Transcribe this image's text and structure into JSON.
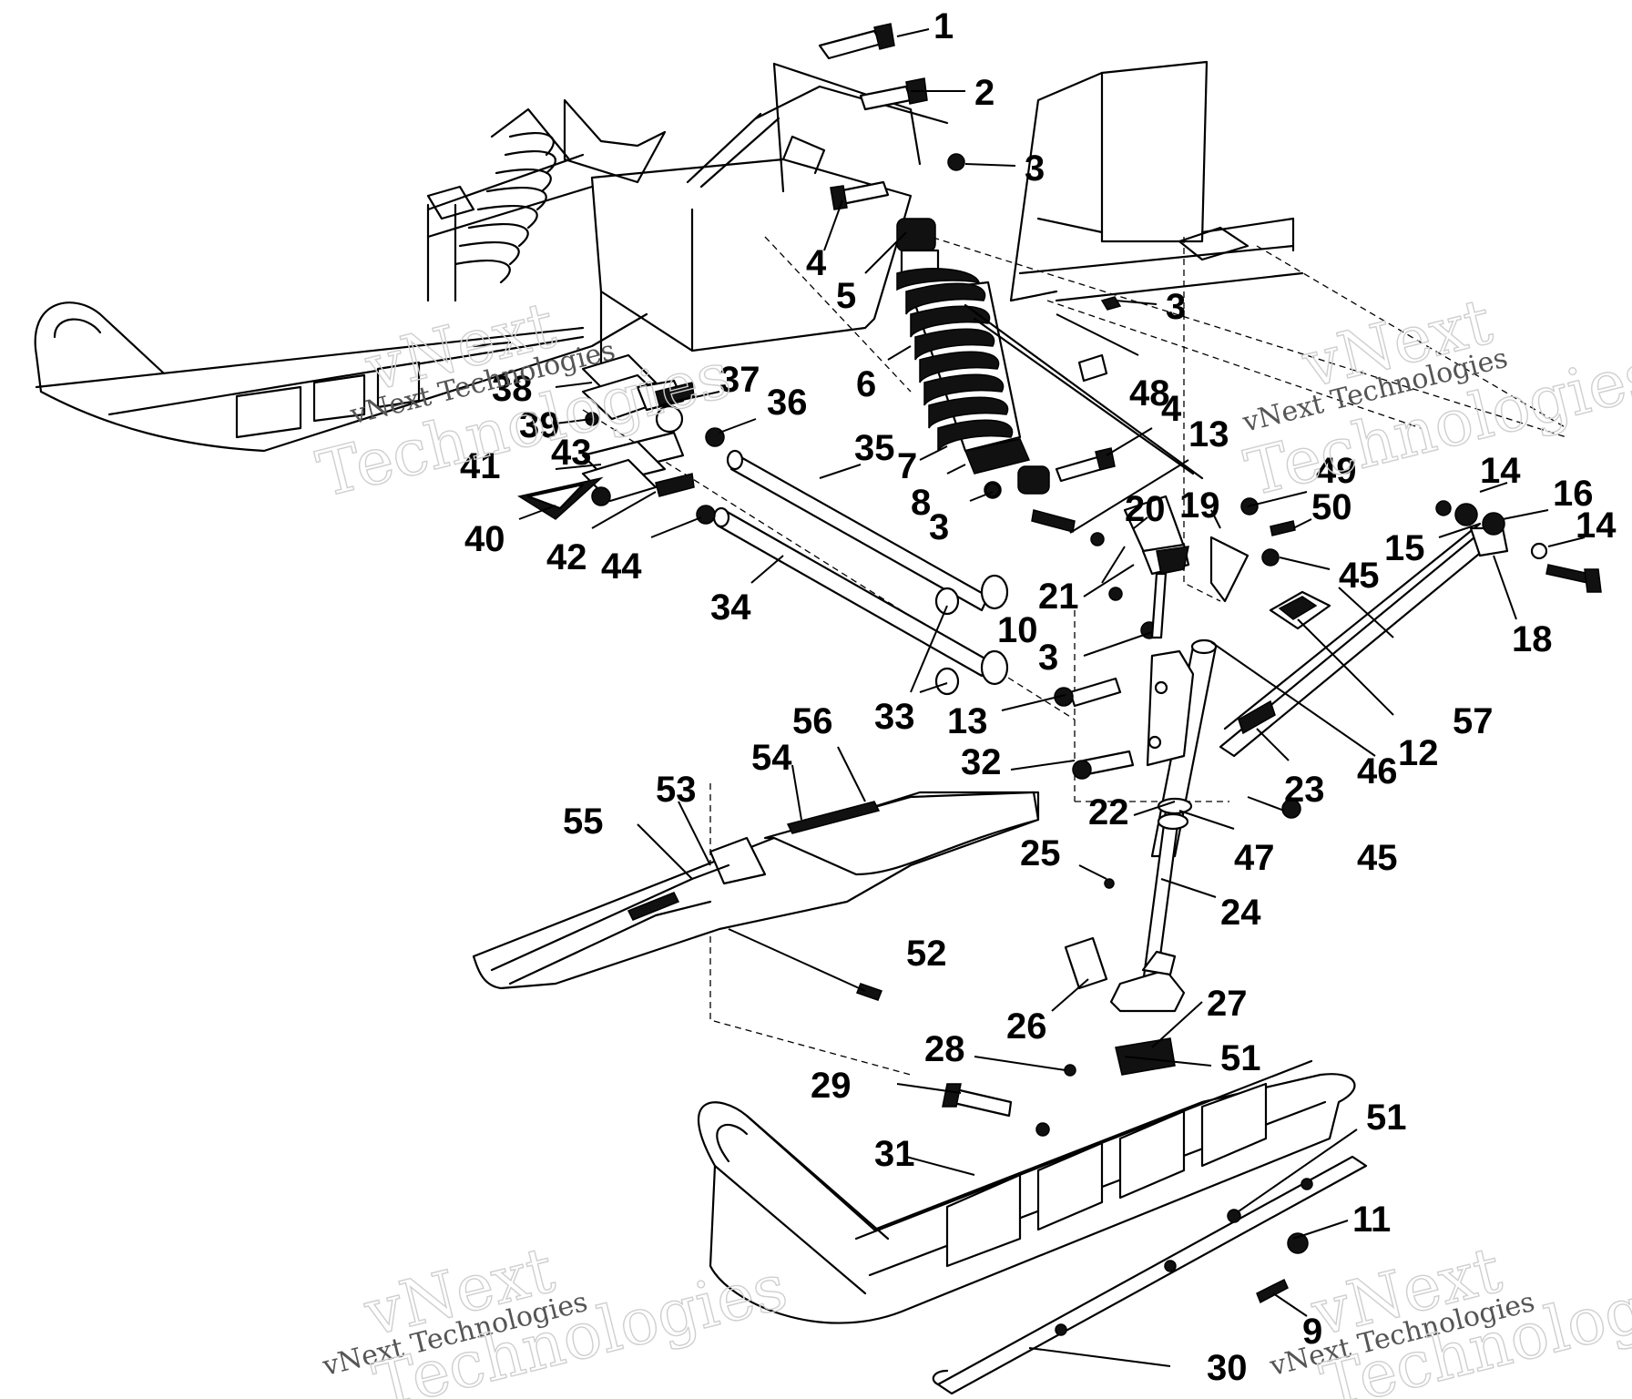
{
  "diagram": {
    "callouts": [
      {
        "id": "c1",
        "label": "1"
      },
      {
        "id": "c2",
        "label": "2"
      },
      {
        "id": "c3a",
        "label": "3"
      },
      {
        "id": "c3b",
        "label": "3"
      },
      {
        "id": "c3c",
        "label": "3"
      },
      {
        "id": "c3d",
        "label": "3"
      },
      {
        "id": "c4a",
        "label": "4"
      },
      {
        "id": "c4b",
        "label": "4"
      },
      {
        "id": "c5",
        "label": "5"
      },
      {
        "id": "c6",
        "label": "6"
      },
      {
        "id": "c7",
        "label": "7"
      },
      {
        "id": "c8",
        "label": "8"
      },
      {
        "id": "c9",
        "label": "9"
      },
      {
        "id": "c10",
        "label": "10"
      },
      {
        "id": "c11",
        "label": "11"
      },
      {
        "id": "c12",
        "label": "12"
      },
      {
        "id": "c13a",
        "label": "13"
      },
      {
        "id": "c13b",
        "label": "13"
      },
      {
        "id": "c14a",
        "label": "14"
      },
      {
        "id": "c14b",
        "label": "14"
      },
      {
        "id": "c15",
        "label": "15"
      },
      {
        "id": "c16",
        "label": "16"
      },
      {
        "id": "c18",
        "label": "18"
      },
      {
        "id": "c19",
        "label": "19"
      },
      {
        "id": "c20",
        "label": "20"
      },
      {
        "id": "c21",
        "label": "21"
      },
      {
        "id": "c22",
        "label": "22"
      },
      {
        "id": "c23",
        "label": "23"
      },
      {
        "id": "c24",
        "label": "24"
      },
      {
        "id": "c25",
        "label": "25"
      },
      {
        "id": "c26",
        "label": "26"
      },
      {
        "id": "c27",
        "label": "27"
      },
      {
        "id": "c28",
        "label": "28"
      },
      {
        "id": "c29",
        "label": "29"
      },
      {
        "id": "c30",
        "label": "30"
      },
      {
        "id": "c31",
        "label": "31"
      },
      {
        "id": "c32",
        "label": "32"
      },
      {
        "id": "c33",
        "label": "33"
      },
      {
        "id": "c34",
        "label": "34"
      },
      {
        "id": "c35",
        "label": "35"
      },
      {
        "id": "c36",
        "label": "36"
      },
      {
        "id": "c37",
        "label": "37"
      },
      {
        "id": "c38",
        "label": "38"
      },
      {
        "id": "c39",
        "label": "39"
      },
      {
        "id": "c40",
        "label": "40"
      },
      {
        "id": "c41",
        "label": "41"
      },
      {
        "id": "c42",
        "label": "42"
      },
      {
        "id": "c43",
        "label": "43"
      },
      {
        "id": "c44",
        "label": "44"
      },
      {
        "id": "c45a",
        "label": "45"
      },
      {
        "id": "c45b",
        "label": "45"
      },
      {
        "id": "c46",
        "label": "46"
      },
      {
        "id": "c47",
        "label": "47"
      },
      {
        "id": "c48",
        "label": "48"
      },
      {
        "id": "c49",
        "label": "49"
      },
      {
        "id": "c50",
        "label": "50"
      },
      {
        "id": "c51a",
        "label": "51"
      },
      {
        "id": "c51b",
        "label": "51"
      },
      {
        "id": "c52",
        "label": "52"
      },
      {
        "id": "c53",
        "label": "53"
      },
      {
        "id": "c54",
        "label": "54"
      },
      {
        "id": "c55",
        "label": "55"
      },
      {
        "id": "c56",
        "label": "56"
      },
      {
        "id": "c57",
        "label": "57"
      }
    ]
  },
  "watermarks": [
    {
      "id": "wm1",
      "big": "vNext",
      "small": "vNext Technologies",
      "big2": "Technologies"
    },
    {
      "id": "wm2",
      "big": "vNext",
      "small": "vNext Technologies",
      "big2": "Technologies"
    },
    {
      "id": "wm3",
      "big": "vNext",
      "small": "vNext Technologies",
      "big2": "Technologies"
    },
    {
      "id": "wm4",
      "big": "vNext",
      "small": "vNext Technologies",
      "big2": "Technologies"
    }
  ]
}
